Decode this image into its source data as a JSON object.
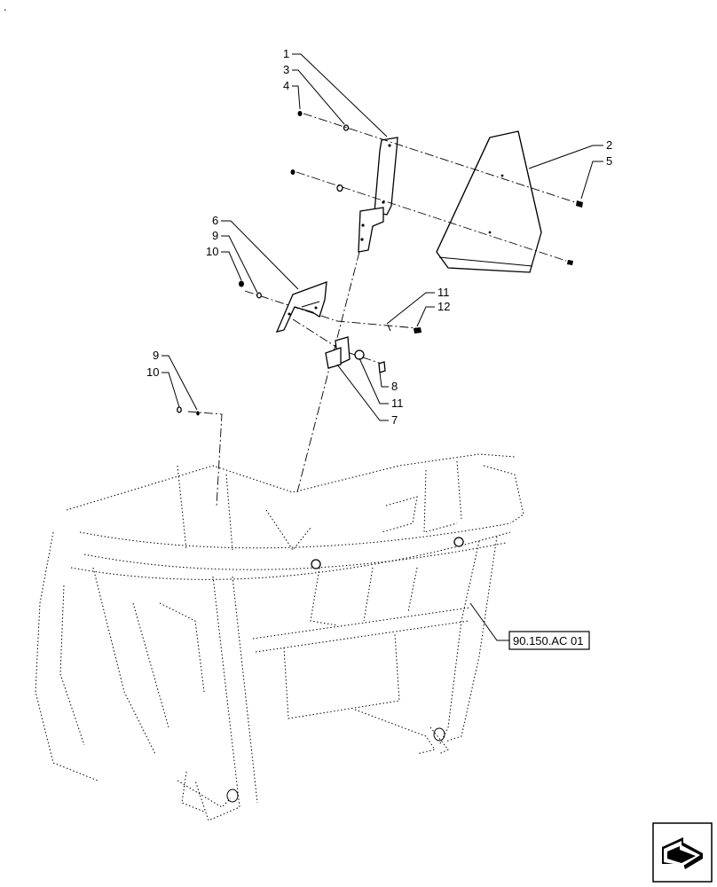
{
  "diagram": {
    "callouts": [
      {
        "id": "c1",
        "text": "1"
      },
      {
        "id": "c3",
        "text": "3"
      },
      {
        "id": "c4",
        "text": "4"
      },
      {
        "id": "c2",
        "text": "2"
      },
      {
        "id": "c5",
        "text": "5"
      },
      {
        "id": "c6",
        "text": "6"
      },
      {
        "id": "c9a",
        "text": "9"
      },
      {
        "id": "c10a",
        "text": "10"
      },
      {
        "id": "c11a",
        "text": "11"
      },
      {
        "id": "c12",
        "text": "12"
      },
      {
        "id": "c8",
        "text": "8"
      },
      {
        "id": "c11b",
        "text": "11"
      },
      {
        "id": "c7",
        "text": "7"
      },
      {
        "id": "c9b",
        "text": "9"
      },
      {
        "id": "c10b",
        "text": "10"
      }
    ],
    "reference_box": "90.150.AC 01",
    "corner_mark": "."
  },
  "icons": {
    "navigation": "next-page-arrow-icon"
  }
}
